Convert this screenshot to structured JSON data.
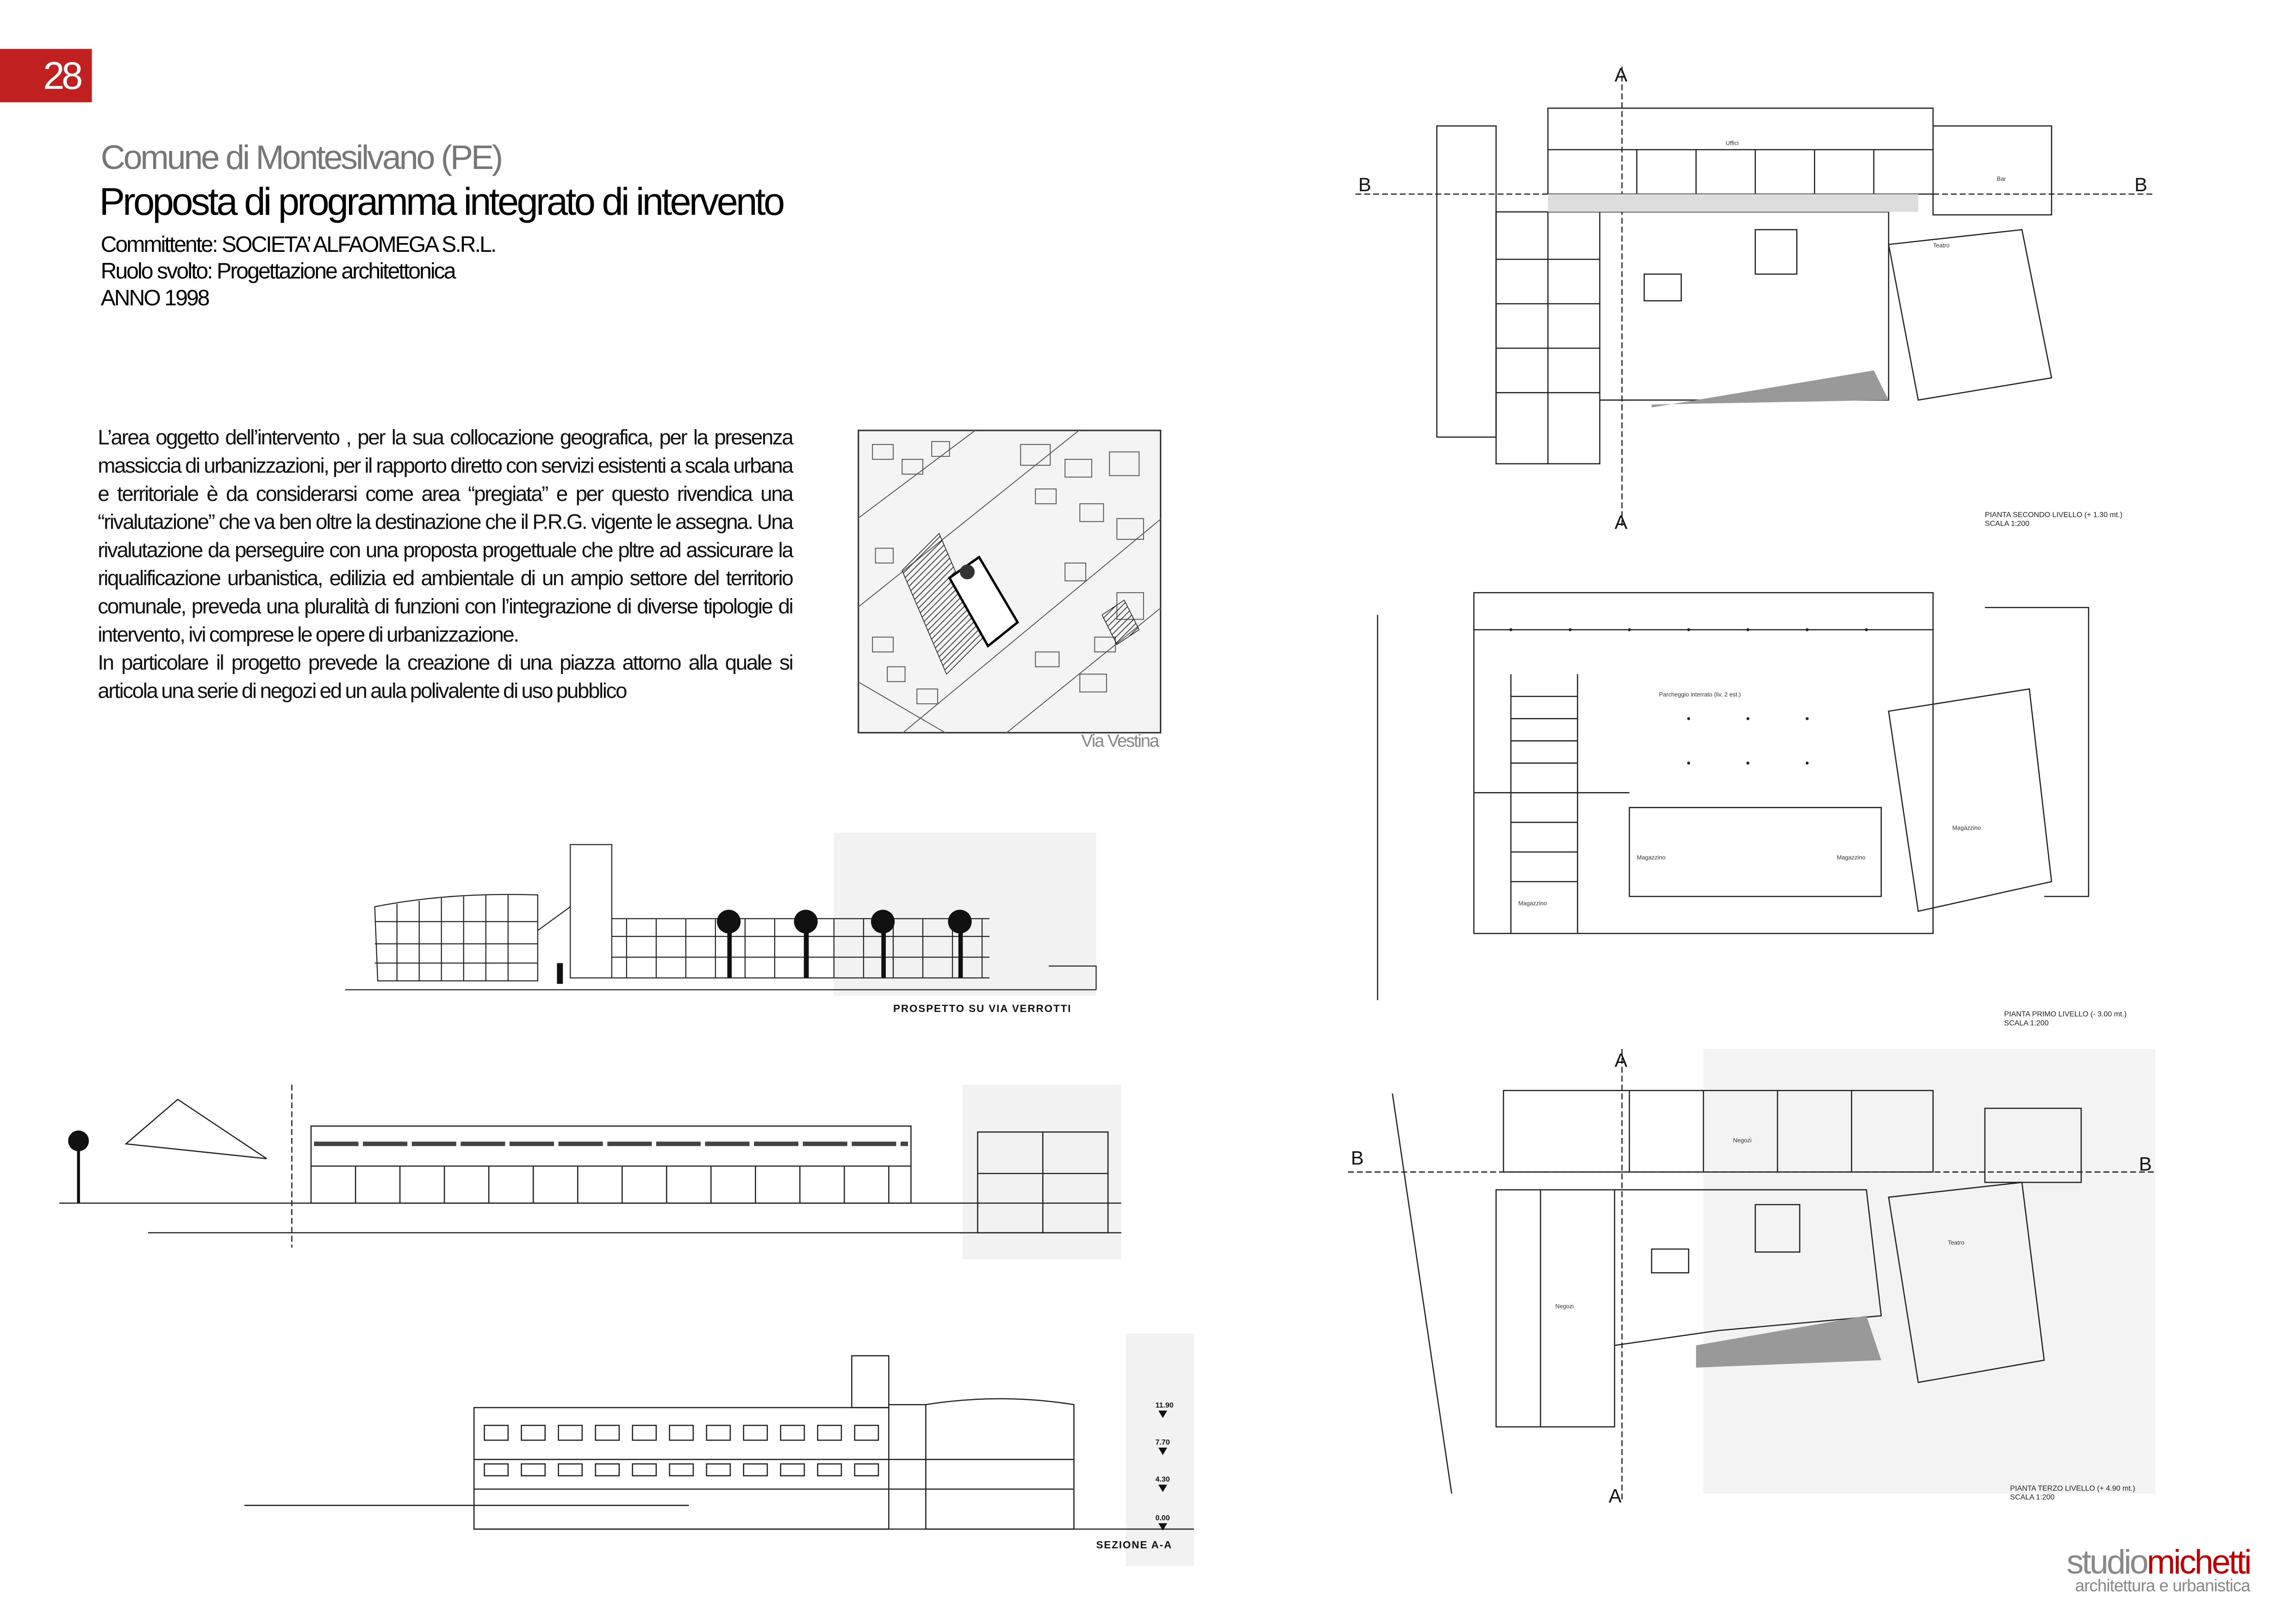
{
  "page_number": "28",
  "header": {
    "place": "Comune di Montesilvano (PE)",
    "title": "Proposta di programma integrato di intervento",
    "client": "Committente: SOCIETA’ ALFAOMEGA S.R.L.",
    "role": "Ruolo svolto: Progettazione architettonica",
    "year": "ANNO 1998"
  },
  "description": [
    "L’area oggetto dell’intervento , per la sua collocazione geografica, per la presenza massiccia di urbanizzazioni, per il rapporto diretto con servizi esistenti a scala urbana e territoriale è da considerarsi come area “pregiata” e per questo rivendica una “rivalutazione” che va ben oltre la destinazione che il P.R.G. vigente le assegna. Una rivalutazione da perseguire con una proposta progettuale che pltre ad assicurare la riqualificazione urbanistica, edilizia ed ambientale di un ampio settore del territorio comunale, preveda una pluralità di funzioni con l’integrazione di diverse tipologie di intervento, ivi comprese le opere di urbanizzazione.",
    "In particolare il progetto prevede la creazione di una piazza attorno alla quale si articola una serie di negozi ed un aula polivalente di uso pubblico"
  ],
  "drawings": {
    "site_plan_caption": "Via Vestina",
    "elevation_caption": "PROSPETTO SU VIA VERROTTI",
    "section_caption": "SEZIONE A-A",
    "section_levels": [
      "11.90",
      "7.70",
      "4.30",
      "0.00"
    ],
    "plan_second": {
      "title": "PIANTA SECONDO LIVELLO (+ 1.30 mt.)",
      "scale": "SCALA 1:200",
      "rooms": [
        "Uffici",
        "Teatro",
        "Bar"
      ]
    },
    "plan_first": {
      "title": "PIANTA PRIMO LIVELLO (- 3.00 mt.)",
      "scale": "SCALA 1:200",
      "rooms": [
        "Parcheggio interrato (liv. 2 est.)",
        "Magazzino",
        "Magazzino",
        "Magazzino",
        "Magazzino"
      ]
    },
    "plan_third": {
      "title": "PIANTA TERZO LIVELLO (+ 4.90 mt.)",
      "scale": "SCALA 1:200",
      "rooms": [
        "Negozi",
        "Teatro",
        "Negozi"
      ]
    },
    "section_marks": {
      "a": "A",
      "b": "B"
    }
  },
  "logo": {
    "part1": "studio",
    "part2": "michetti",
    "tagline": "architettura e urbanistica",
    "gray": "#888888",
    "red": "#c00000"
  },
  "colors": {
    "accent": "#c0201f"
  }
}
